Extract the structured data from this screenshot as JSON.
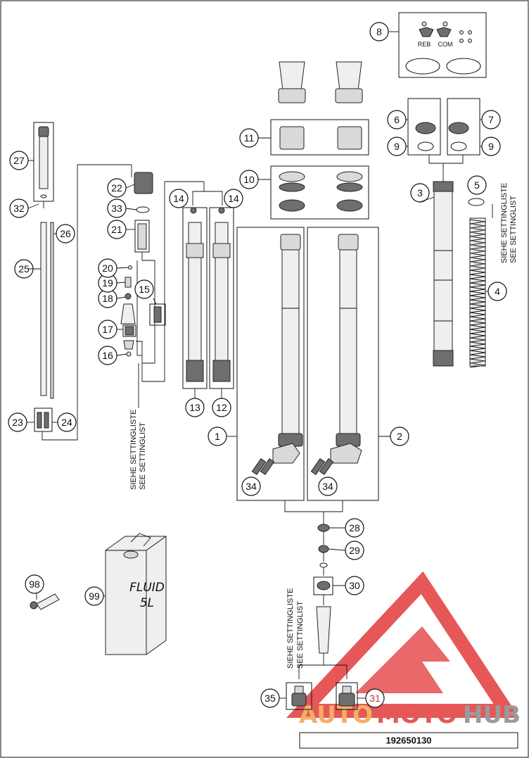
{
  "diagram": {
    "part_number": "192650130",
    "labels": {
      "reb": "REB",
      "com": "COM",
      "fluid_line1": "FLUID",
      "fluid_line2": "5L",
      "settinglist_de": "SIEHE SETTINGLISTE",
      "settinglist_en": "SEE SETTINGLIST"
    },
    "watermark": {
      "part1": "AUTO",
      "part2": "MOTO",
      "part3": "HUB"
    },
    "colors": {
      "line": "#111111",
      "watermark_red": "#e23a3a",
      "watermark_orange": "#f3a24c",
      "watermark_gray": "#8a8a8a"
    },
    "callouts": [
      "1",
      "2",
      "3",
      "4",
      "5",
      "6",
      "7",
      "8",
      "9",
      "9",
      "10",
      "11",
      "12",
      "13",
      "14",
      "14",
      "15",
      "16",
      "17",
      "18",
      "19",
      "20",
      "21",
      "22",
      "23",
      "24",
      "25",
      "26",
      "27",
      "28",
      "29",
      "30",
      "31",
      "32",
      "33",
      "34",
      "34",
      "35",
      "98",
      "99"
    ]
  }
}
